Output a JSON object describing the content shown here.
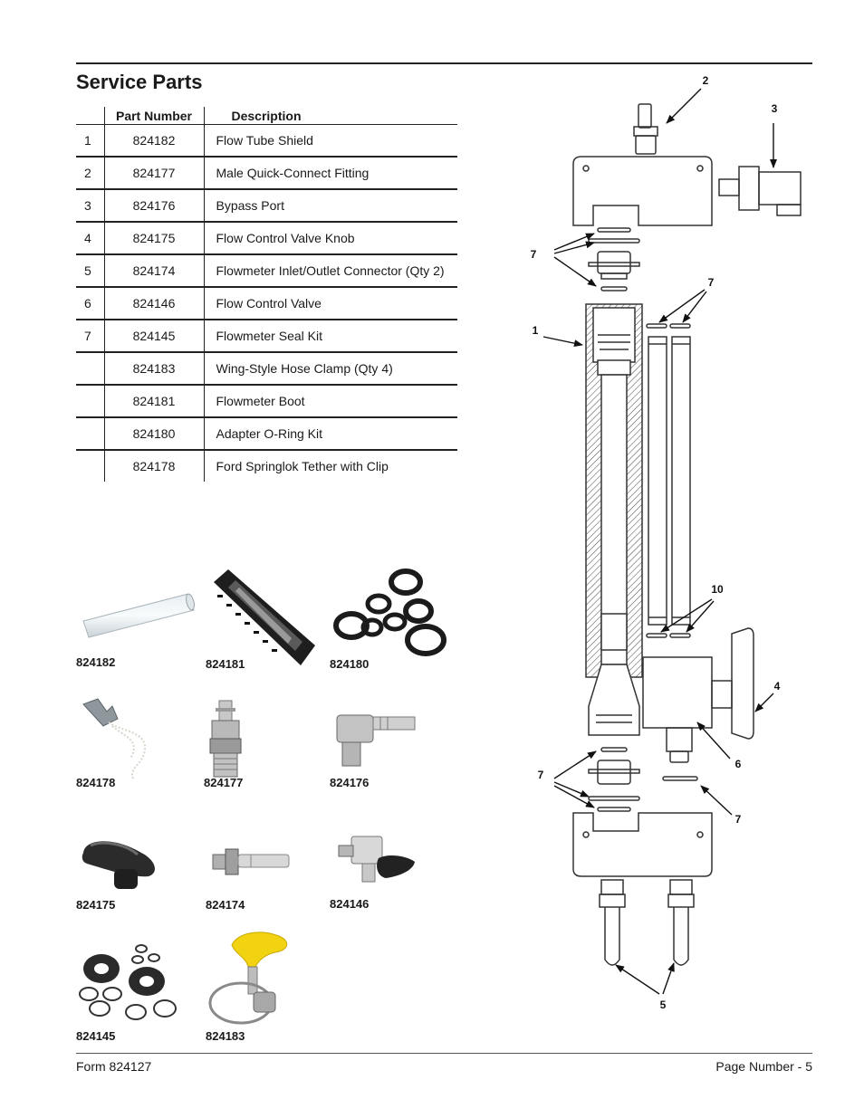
{
  "page_title": "Service Parts",
  "table": {
    "headers": [
      "",
      "Part Number",
      "Description"
    ],
    "rows": [
      {
        "no": "1",
        "part": "824182",
        "desc": "Flow Tube Shield"
      },
      {
        "no": "2",
        "part": "824177",
        "desc": "Male Quick-Connect Fitting"
      },
      {
        "no": "3",
        "part": "824176",
        "desc": "Bypass Port"
      },
      {
        "no": "4",
        "part": "824175",
        "desc": "Flow Control Valve Knob"
      },
      {
        "no": "5",
        "part": "824174",
        "desc": "Flowmeter Inlet/Outlet Connector (Qty 2)"
      },
      {
        "no": "6",
        "part": "824146",
        "desc": "Flow Control Valve"
      },
      {
        "no": "7",
        "part": "824145",
        "desc": "Flowmeter Seal Kit"
      },
      {
        "no": "",
        "part": "824183",
        "desc": "Wing-Style Hose Clamp (Qty 4)"
      },
      {
        "no": "",
        "part": "824181",
        "desc": "Flowmeter Boot"
      },
      {
        "no": "",
        "part": "824180",
        "desc": "Adapter O-Ring Kit"
      },
      {
        "no": "",
        "part": "824178",
        "desc": "Ford Springlok Tether with Clip"
      }
    ]
  },
  "photos": [
    {
      "label": "824182",
      "icon": "clear-tube-icon"
    },
    {
      "label": "824181",
      "icon": "flowmeter-boot-icon"
    },
    {
      "label": "824180",
      "icon": "o-ring-kit-icon"
    },
    {
      "label": "824178",
      "icon": "tether-clip-icon"
    },
    {
      "label": "824177",
      "icon": "quick-connect-fitting-icon"
    },
    {
      "label": "824176",
      "icon": "bypass-port-icon"
    },
    {
      "label": "824175",
      "icon": "valve-knob-icon"
    },
    {
      "label": "824174",
      "icon": "connector-icon"
    },
    {
      "label": "824146",
      "icon": "flow-control-valve-icon"
    },
    {
      "label": "824145",
      "icon": "seal-kit-icon"
    },
    {
      "label": "824183",
      "icon": "hose-clamp-icon"
    }
  ],
  "diagram": {
    "callouts": [
      "2",
      "3",
      "7",
      "7",
      "1",
      "10",
      "4",
      "6",
      "7",
      "7",
      "5"
    ]
  },
  "footer": {
    "form": "Form  824127",
    "page": "Page Number - 5"
  }
}
